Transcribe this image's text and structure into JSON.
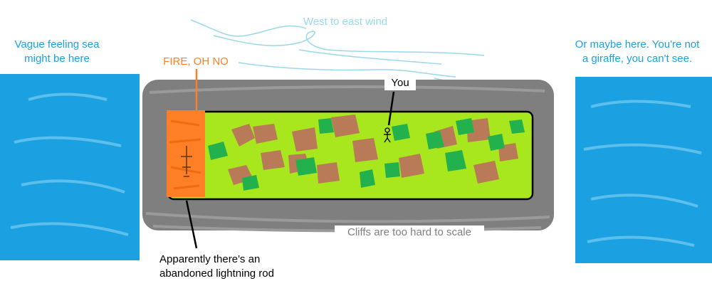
{
  "labels": {
    "wind": "West to east wind",
    "sea_left": "Vague feeling sea\nmight be here",
    "sea_right": "Or maybe here. You're not\na giraffe, you can't see.",
    "fire": "FIRE, OH NO",
    "you": "You",
    "cliffs": "Cliffs are too hard to scale",
    "rod": "Apparently there's an\nabandoned lightning rod"
  },
  "colors": {
    "sea": "#1ba1e2",
    "wind": "#99d9ea",
    "cliff": "#7f7f7f",
    "grass": "#a8e61d",
    "bush": "#22b14c",
    "dirt": "#b97a57",
    "fire": "#ff7f27",
    "sea_text": "#1ba1e2",
    "fire_text": "#ff7f27",
    "cliff_text": "#7f7f7f",
    "wind_text": "#99d9ea",
    "ink": "#000000"
  }
}
